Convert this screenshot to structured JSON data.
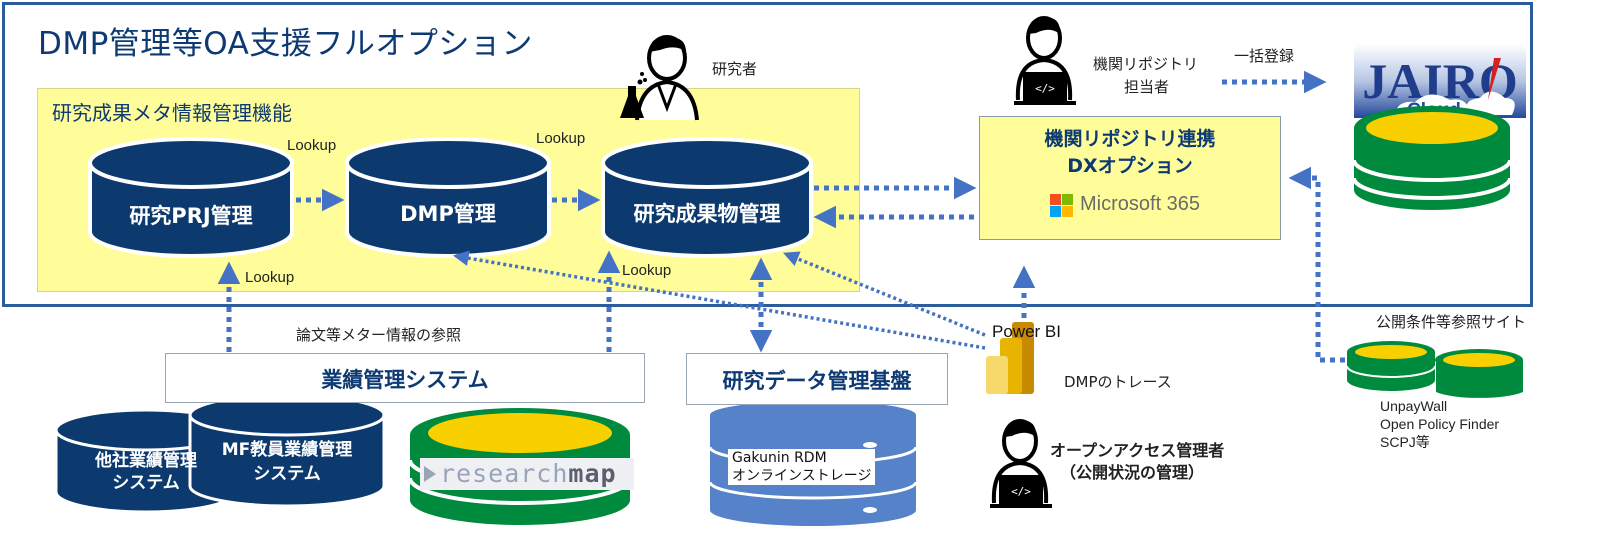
{
  "title": "DMP管理等OA支援フルオプション",
  "meta_section": {
    "title": "研究成果メタ情報管理機能",
    "databases": [
      {
        "label": "研究PRJ管理"
      },
      {
        "label": "DMP管理"
      },
      {
        "label": "研究成果物管理"
      }
    ],
    "lookup_label": "Lookup"
  },
  "actors": {
    "researcher": "研究者",
    "repo_staff_line1": "機関リポジトリ",
    "repo_staff_line2": "担当者",
    "oa_manager_line1": "オープンアクセス管理者",
    "oa_manager_line2": "（公開状況の管理）"
  },
  "dx_option": {
    "title_line1": "機関リポジトリ連携",
    "title_line2": "DXオプション",
    "brand": "Microsoft 365",
    "brand_colors": [
      "#f25022",
      "#7fba00",
      "#00a4ef",
      "#ffb900"
    ]
  },
  "bulk_register": "一括登録",
  "jairo": {
    "name": "JAIRO",
    "sub": "Cloud"
  },
  "paper_meta_ref": "論文等メター情報の参照",
  "achievement_system": {
    "title": "業績管理システム",
    "other_company_line1": "他社業績管理",
    "other_company_line2": "システム",
    "mf_line1": "MF教員業績管理",
    "mf_line2": "システム",
    "researchmap_part1": "research",
    "researchmap_part2": "map"
  },
  "rdm": {
    "title": "研究データ管理基盤",
    "line1": "Gakunin RDM",
    "line2": "オンラインストレージ"
  },
  "powerbi": {
    "name": "Power BI",
    "caption": "DMPのトレース"
  },
  "reference_sites": {
    "title": "公開条件等参照サイト",
    "line1": "UnpayWall",
    "line2": "Open Policy Finder",
    "line3": "SCPJ等"
  },
  "colors": {
    "frame": "#2a5d99",
    "navy": "#0d3a73",
    "yellow_panel": "#fffd99",
    "arrow": "#4472c4",
    "db_green": "#008a3e",
    "db_gold": "#f8d000",
    "rdm_blue": "#5582c9"
  }
}
